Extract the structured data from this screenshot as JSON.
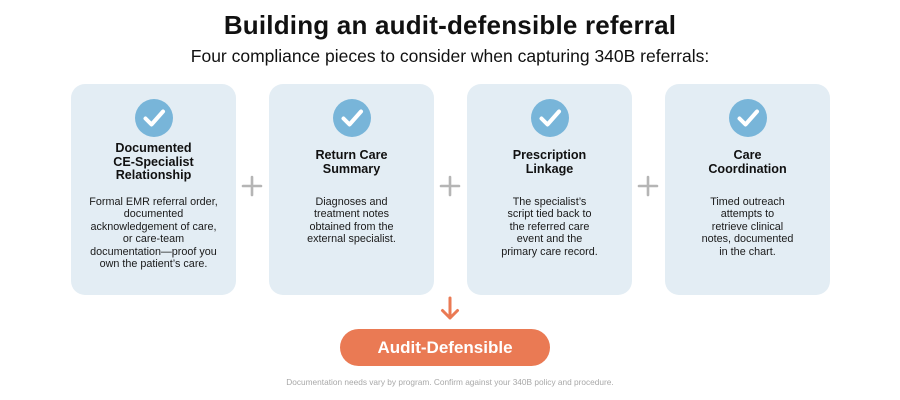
{
  "title": "Building an audit-defensible referral",
  "subtitle": "Four compliance pieces to consider when capturing 340B referrals:",
  "colors": {
    "card_bg": "#e3edf4",
    "check_bg": "#78b5d9",
    "plus": "#b5b5b5",
    "accent": "#ea7a54",
    "footnote": "#a8a8a8"
  },
  "icons": {
    "check": "check-icon",
    "plus": "plus-icon",
    "arrow": "arrow-down-icon"
  },
  "cards": [
    {
      "title_lines": [
        "Documented",
        "CE-Specialist",
        "Relationship"
      ],
      "body_lines": [
        "Formal EMR referral order,",
        "documented",
        "acknowledgement of care,",
        "or care-team",
        "documentation—proof you",
        "own the patient’s care."
      ]
    },
    {
      "title_lines": [
        "Return Care",
        "Summary"
      ],
      "body_lines": [
        "Diagnoses and",
        "treatment notes",
        "obtained from the",
        "external specialist."
      ]
    },
    {
      "title_lines": [
        "Prescription",
        "Linkage"
      ],
      "body_lines": [
        "The specialist’s",
        "script tied back to",
        "the referred care",
        "event and the",
        "primary care record."
      ]
    },
    {
      "title_lines": [
        "Care",
        "Coordination"
      ],
      "body_lines": [
        "Timed outreach",
        "attempts to",
        "retrieve clinical",
        "notes, documented",
        "in the chart."
      ]
    }
  ],
  "result_label": "Audit-Defensible",
  "footnote": "Documentation needs vary by program. Confirm against your 340B policy and procedure."
}
